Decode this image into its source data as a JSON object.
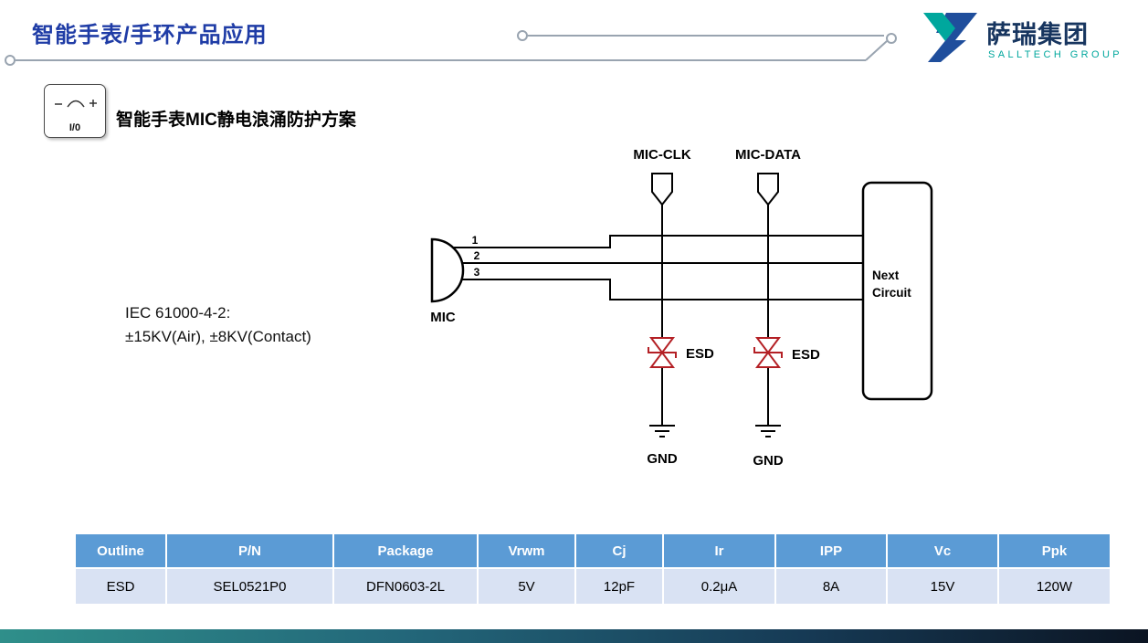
{
  "header": {
    "title": "智能手表/手环产品应用",
    "logo_name": "萨瑞集团",
    "logo_subtitle": "SALLTECH GROUP"
  },
  "section": {
    "heading": "智能手表MIC静电浪涌防护方案",
    "io_icon_label": "I/0"
  },
  "diagram": {
    "mic_clk_label": "MIC-CLK",
    "mic_data_label": "MIC-DATA",
    "mic_label": "MIC",
    "pin1": "1",
    "pin2": "2",
    "pin3": "3",
    "esd_label_1": "ESD",
    "esd_label_2": "ESD",
    "gnd_label_1": "GND",
    "gnd_label_2": "GND",
    "next_circuit_line1": "Next",
    "next_circuit_line2": "Circuit",
    "iec_line1": "IEC 61000-4-2:",
    "iec_line2": "±15KV(Air), ±8KV(Contact)"
  },
  "table": {
    "headers": [
      "Outline",
      "P/N",
      "Package",
      "Vrwm",
      "Cj",
      "Ir",
      "IPP",
      "Vc",
      "Ppk"
    ],
    "rows": [
      [
        "ESD",
        "SEL0521P0",
        "DFN0603-2L",
        "5V",
        "12pF",
        "0.2μA",
        "8A",
        "15V",
        "120W"
      ]
    ]
  },
  "colors": {
    "title_blue": "#1F3CA6",
    "logo_navy": "#17355F",
    "logo_teal": "#00A79D",
    "table_header_bg": "#5B9BD5",
    "table_row_bg": "#D9E2F3",
    "esd_red": "#B42025",
    "trace_gray": "#99A4B0"
  }
}
